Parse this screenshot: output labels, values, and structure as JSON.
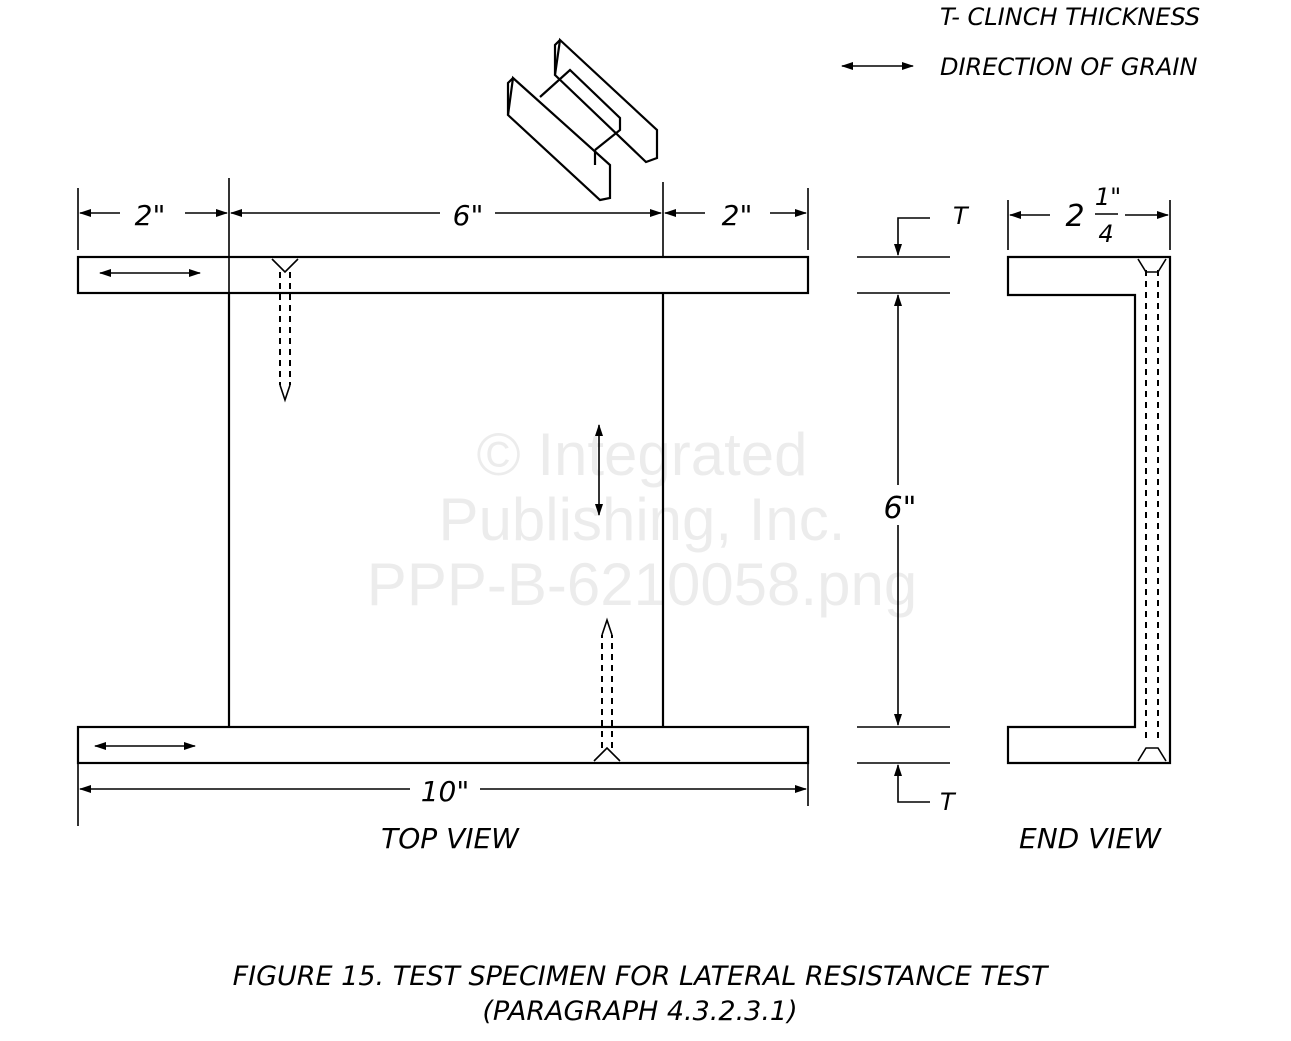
{
  "legend": {
    "thickness": "T- CLINCH THICKNESS",
    "grain": "DIRECTION OF GRAIN"
  },
  "top_view": {
    "dim_left": "2\"",
    "dim_middle": "6\"",
    "dim_right": "2\"",
    "dim_overall": "10\"",
    "label": "TOP VIEW"
  },
  "side_dims": {
    "t_top": "T",
    "height": "6\"",
    "t_bottom": "T"
  },
  "end_view": {
    "dim_whole": "2",
    "dim_num": "1\"",
    "dim_den": "4",
    "label": "END VIEW"
  },
  "caption": {
    "line1": "FIGURE 15. TEST SPECIMEN FOR LATERAL RESISTANCE TEST",
    "line2": "(PARAGRAPH 4.3.2.3.1)"
  },
  "watermark": {
    "line1": "© Integrated",
    "line2": "Publishing, Inc.",
    "line3": "PPP-B-6210058.png"
  }
}
